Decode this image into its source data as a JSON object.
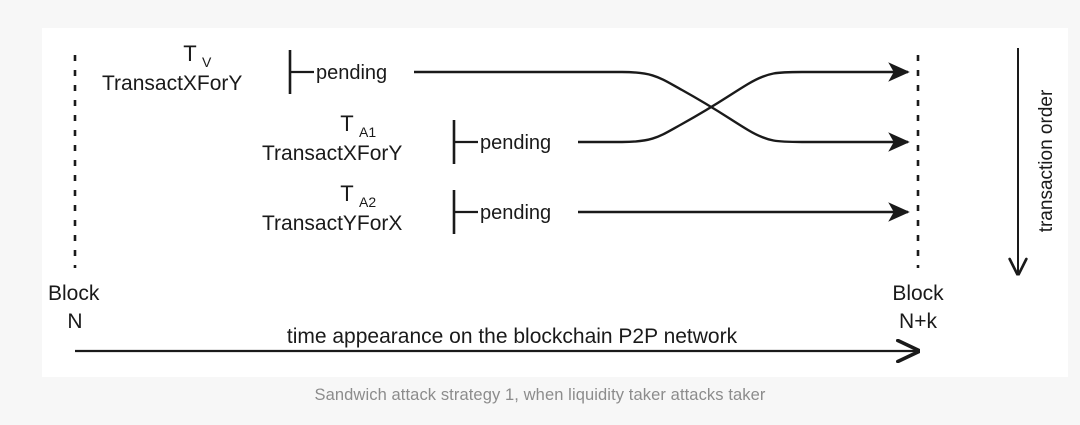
{
  "figure": {
    "background_color": "#f7f7f7",
    "card_color": "#ffffff",
    "stroke_color": "#1a1a1a",
    "transactions": [
      {
        "symbol": "T",
        "subscript": "V",
        "name": "TransactXForY",
        "status": "pending",
        "row": 1,
        "ends_at_row": 2
      },
      {
        "symbol": "T",
        "subscript": "A1",
        "name": "TransactXForY",
        "status": "pending",
        "row": 2,
        "ends_at_row": 1
      },
      {
        "symbol": "T",
        "subscript": "A2",
        "name": "TransactYForX",
        "status": "pending",
        "row": 3,
        "ends_at_row": 3
      }
    ],
    "left_boundary": {
      "line1": "Block",
      "line2": "N"
    },
    "right_boundary": {
      "line1": "Block",
      "line2": "N+k"
    },
    "time_axis_label": "time appearance on the blockchain P2P network",
    "order_axis_label": "transaction order"
  },
  "caption": "Sandwich attack strategy 1, when liquidity taker attacks taker"
}
